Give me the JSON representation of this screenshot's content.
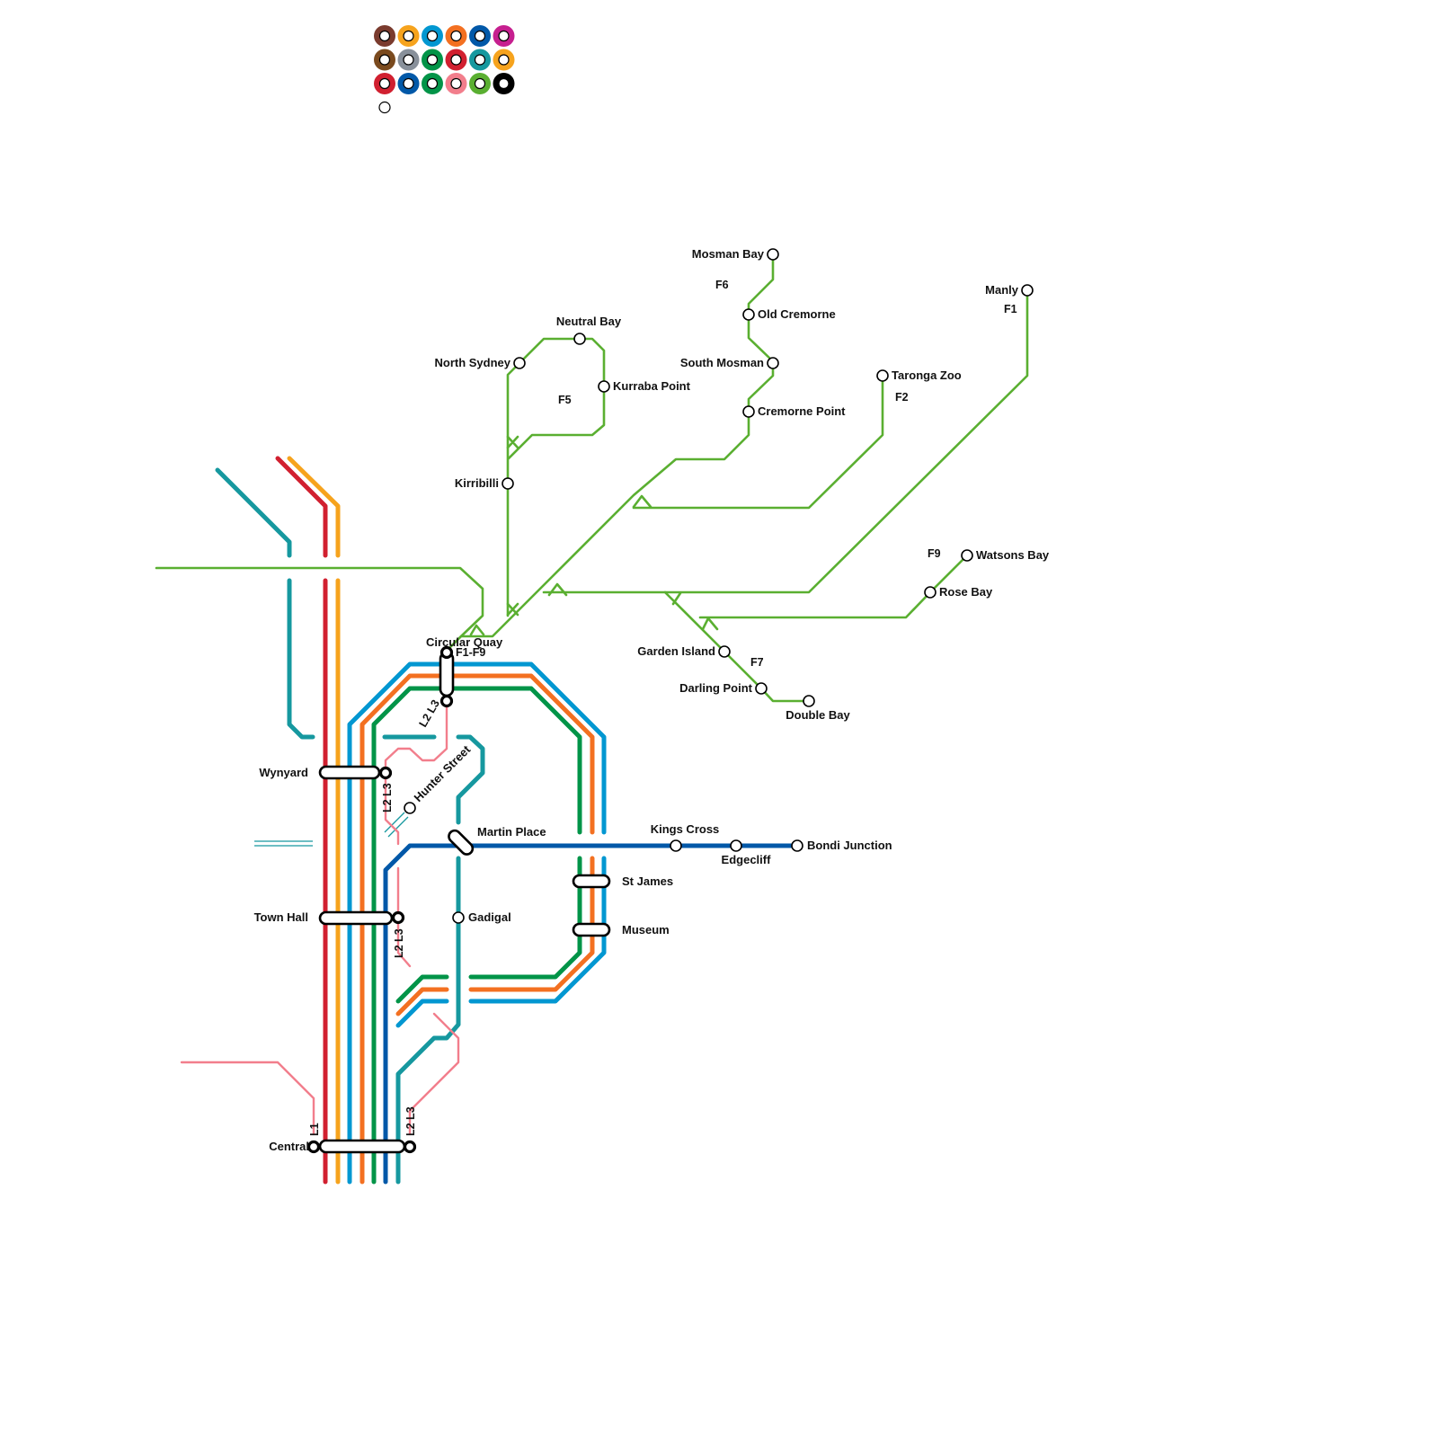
{
  "colors": {
    "t1": "#f6a31d",
    "t2": "#0297d1",
    "t3": "#f37021",
    "t4": "#0158a8",
    "t8": "#029448",
    "t9": "#d12030",
    "m1": "#16989f",
    "ferry": "#5aaf31",
    "lightrail": "#f27e8c",
    "l1": "#f27e8c"
  },
  "legend": {
    "swatches": [
      {
        "color": "#7a3b2e"
      },
      {
        "color": "#f6a31d"
      },
      {
        "color": "#0297d1"
      },
      {
        "color": "#f37021"
      },
      {
        "color": "#0158a8"
      },
      {
        "color": "#c61f8f"
      },
      {
        "color": "#7a4a1e"
      },
      {
        "color": "#88909a"
      },
      {
        "color": "#029448"
      },
      {
        "color": "#d12030"
      },
      {
        "color": "#16989f"
      },
      {
        "color": "#f6a31d"
      },
      {
        "color": "#d12030"
      },
      {
        "color": "#0158a8"
      },
      {
        "color": "#029448"
      },
      {
        "color": "#f27e8c"
      },
      {
        "color": "#5aaf31"
      },
      {
        "color": "#000000"
      }
    ]
  },
  "stations": {
    "circular_quay": "Circular Quay",
    "wynyard": "Wynyard",
    "town_hall": "Town Hall",
    "central": "Central",
    "martin_place": "Martin Place",
    "hunter_street": "Hunter Street",
    "gadigal": "Gadigal",
    "st_james": "St James",
    "museum": "Museum",
    "kings_cross": "Kings Cross",
    "edgecliff": "Edgecliff",
    "bondi_junction": "Bondi Junction",
    "north_sydney": "North Sydney",
    "neutral_bay": "Neutral Bay",
    "kurraba_point": "Kurraba Point",
    "kirribilli": "Kirribilli",
    "mosman_bay": "Mosman Bay",
    "old_cremorne": "Old Cremorne",
    "south_mosman": "South Mosman",
    "cremorne_point": "Cremorne Point",
    "taronga_zoo": "Taronga Zoo",
    "manly": "Manly",
    "watsons_bay": "Watsons Bay",
    "rose_bay": "Rose Bay",
    "garden_island": "Garden Island",
    "darling_point": "Darling Point",
    "double_bay": "Double Bay"
  },
  "route_labels": {
    "f1_f9": "F1-F9",
    "l2_l3": "L2 L3",
    "l1": "L1",
    "f1": "F1",
    "f2": "F2",
    "f5": "F5",
    "f6": "F6",
    "f7": "F7",
    "f9": "F9"
  }
}
